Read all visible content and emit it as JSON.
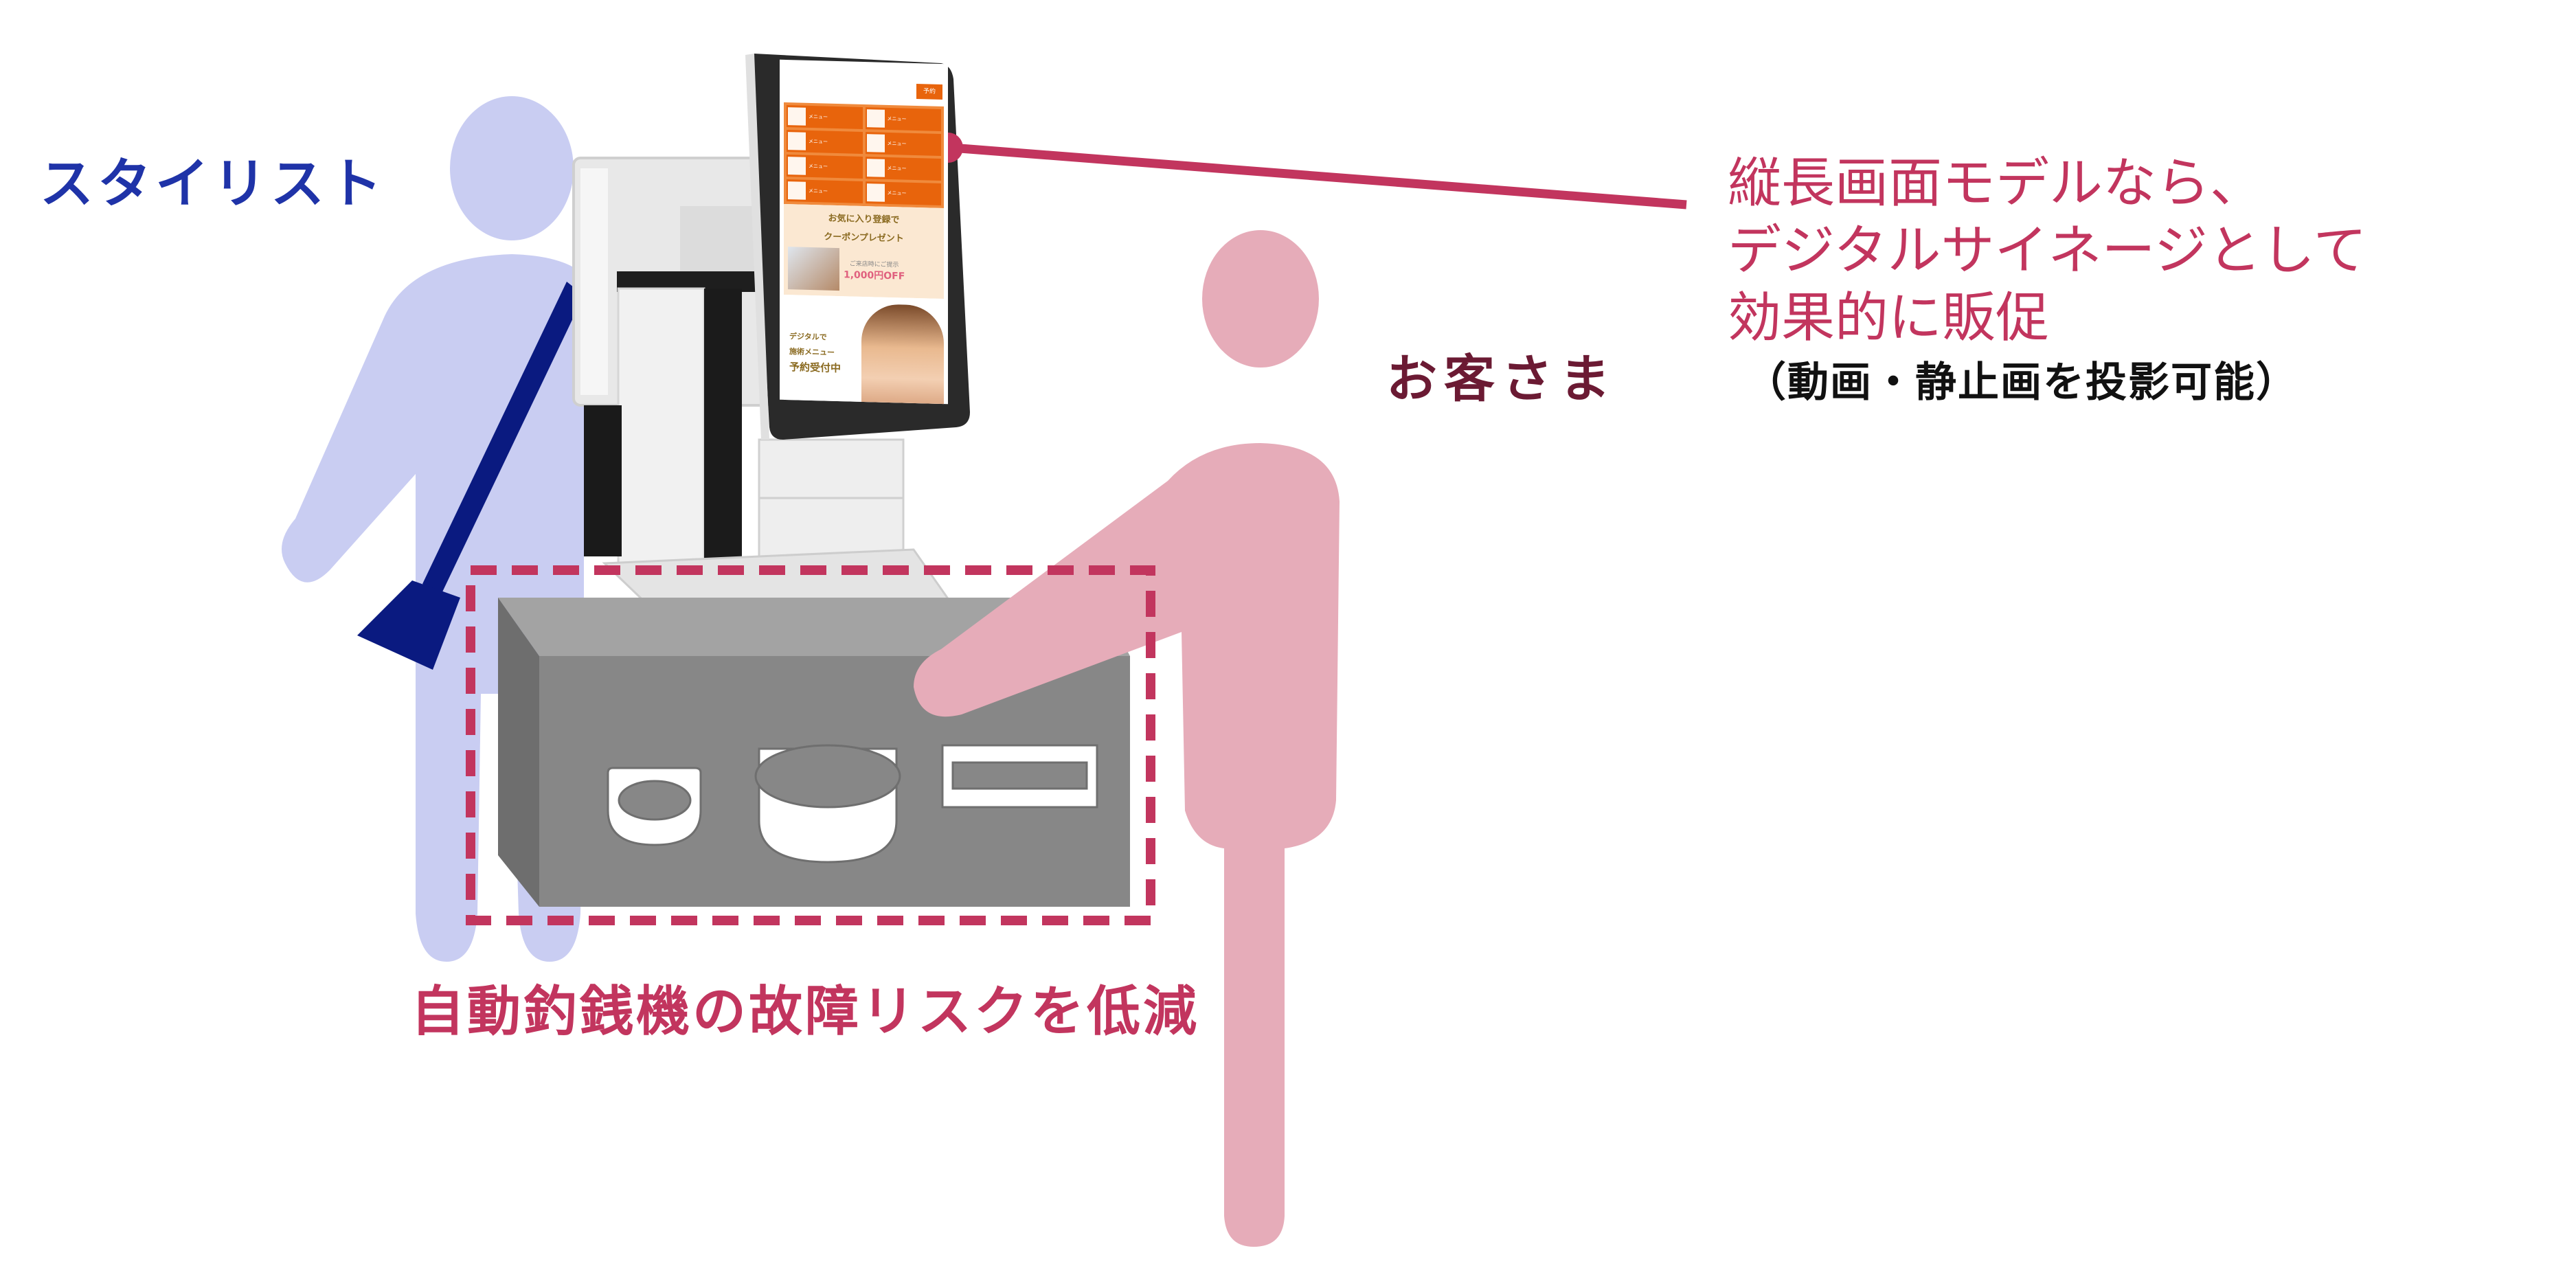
{
  "labels": {
    "stylist": "スタイリスト",
    "customer": "お客さま",
    "changer_caption": "自動釣銭機の故障リスクを低減"
  },
  "callout": {
    "lines": [
      "縦長画面モデルなら、",
      "デジタルサイネージとして",
      "効果的に販促"
    ],
    "note": "（動画・静止画を投影可能）"
  },
  "kiosk_screen": {
    "reserve_button": "予約",
    "tiles": [
      "メニュー",
      "メニュー",
      "メニュー",
      "メニュー",
      "メニュー",
      "メニュー",
      "メニュー",
      "メニュー"
    ],
    "coupon_heading_1": "お気に入り登録で",
    "coupon_heading_2": "クーポンプレゼント",
    "coupon_small": "ご来店時にご提示",
    "coupon_price": "1,000円OFF",
    "promo_line_1": "デジタルで",
    "promo_line_2": "施術メニュー",
    "promo_line_3": "予約受付中"
  },
  "colors": {
    "stylist_figure": "#c9cdf2",
    "stylist_bag": "#0a1a80",
    "stylist_text": "#1f33a8",
    "customer_figure": "#e6acb9",
    "customer_text": "#6b1a33",
    "accent": "#c2355e",
    "changer_box_front": "#878787",
    "changer_box_top": "#a3a3a3",
    "changer_box_side": "#6e6e6e",
    "screen_orange": "#e8640c"
  }
}
